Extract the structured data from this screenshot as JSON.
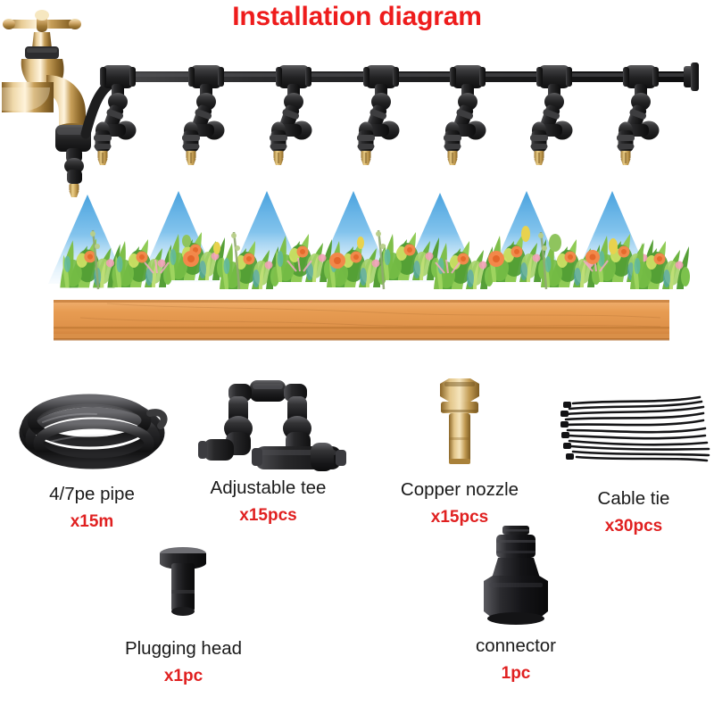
{
  "title": "Installation diagram",
  "colors": {
    "title_red": "#ee1c1c",
    "qty_red": "#e02020",
    "label_black": "#1a1a1a",
    "spray_blue": "#4fa8e0",
    "planter_wood": "#e39a4e",
    "brass": "#c69a4a",
    "fitting_black": "#2b2b2b",
    "background": "#ffffff"
  },
  "diagram": {
    "name": "misting-system-installation-diagram",
    "faucet": {
      "label": "brass-outdoor-faucet",
      "handle": "cross-handle"
    },
    "connector_on_faucet": "black-tap-connector",
    "main_line": {
      "label": "4/7mm pe supply pipe",
      "tee_count": 7,
      "end_cap": "plugging-head"
    },
    "nozzle_count": 7,
    "spray_cone_count": 7,
    "planter": "wooden-garden-planter-box",
    "plants": "garden-foliage-and-flowers"
  },
  "products": [
    {
      "id": "pipe",
      "icon": "coiled-pe-hose",
      "name": "4/7pe pipe",
      "qty": "x15m"
    },
    {
      "id": "tee",
      "icon": "adjustable-tee-fittings",
      "name": "Adjustable tee",
      "qty": "x15pcs"
    },
    {
      "id": "nozzle",
      "icon": "brass-misting-nozzle",
      "name": "Copper nozzle",
      "qty": "x15pcs"
    },
    {
      "id": "tie",
      "icon": "black-cable-tie-bundle",
      "name": "Cable tie",
      "qty": "x30pcs"
    },
    {
      "id": "plug",
      "icon": "black-plugging-head",
      "name": "Plugging head",
      "qty": "x1pc"
    },
    {
      "id": "conn",
      "icon": "black-tap-connector",
      "name": "connector",
      "qty": "1pc"
    }
  ]
}
